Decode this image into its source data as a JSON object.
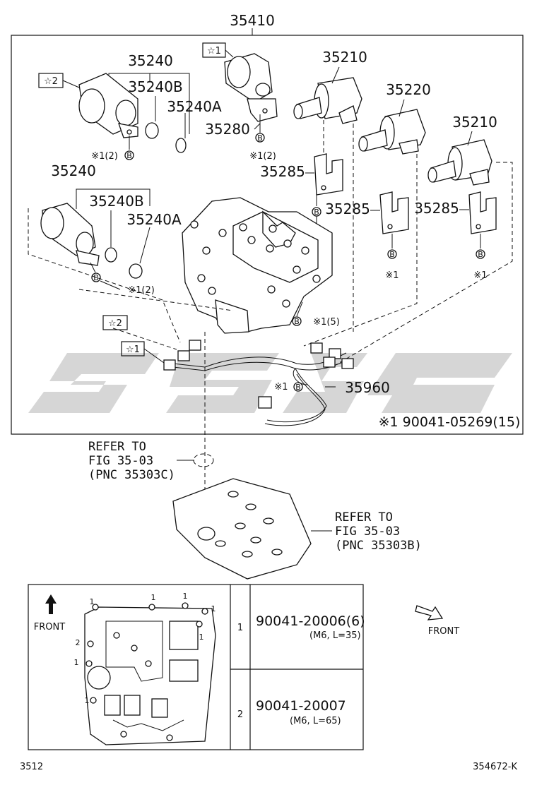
{
  "diagram": {
    "assembly_number": "35410",
    "symbols": {
      "star1": "☆1",
      "star2": "☆2"
    },
    "parts": [
      {
        "id": "p35240-top",
        "number": "35240"
      },
      {
        "id": "p35240B-top",
        "number": "35240B"
      },
      {
        "id": "p35240A-top",
        "number": "35240A"
      },
      {
        "id": "p35280",
        "number": "35280"
      },
      {
        "id": "p35210-a",
        "number": "35210"
      },
      {
        "id": "p35220",
        "number": "35220"
      },
      {
        "id": "p35210-b",
        "number": "35210"
      },
      {
        "id": "p35285-a",
        "number": "35285"
      },
      {
        "id": "p35285-b",
        "number": "35285"
      },
      {
        "id": "p35285-c",
        "number": "35285"
      },
      {
        "id": "p35240-mid",
        "number": "35240"
      },
      {
        "id": "p35240B-mid",
        "number": "35240B"
      },
      {
        "id": "p35240A-mid",
        "number": "35240A"
      },
      {
        "id": "p35960",
        "number": "35960"
      }
    ],
    "bolt_marker": "B",
    "bolt_notes": [
      "※1(2)",
      "※1(2)",
      "※1(2)",
      "※1",
      "※1",
      "※1",
      "※1(5)",
      "※1"
    ],
    "fastener_note": "※1 90041-05269(15)",
    "refer_1": {
      "line1": "REFER TO",
      "line2": "FIG 35-03",
      "line3": "(PNC 35303C)"
    },
    "refer_2": {
      "line1": "REFER TO",
      "line2": "FIG 35-03",
      "line3": "(PNC 35303B)"
    },
    "front_label": "FRONT",
    "front_label_2": "FRONT"
  },
  "bolt_table": {
    "callouts": [
      "1",
      "1",
      "1",
      "1",
      "2",
      "1",
      "1",
      "1"
    ],
    "rows": [
      {
        "key": "1",
        "part": "90041-20006(6)",
        "spec": "(M6, L=35)"
      },
      {
        "key": "2",
        "part": "90041-20007",
        "spec": "(M6, L=65)"
      }
    ]
  },
  "footer": {
    "left": "3512",
    "right": "354672-K"
  },
  "colors": {
    "line": "#111111",
    "watermark": "#c8c8c8",
    "background": "#ffffff"
  }
}
